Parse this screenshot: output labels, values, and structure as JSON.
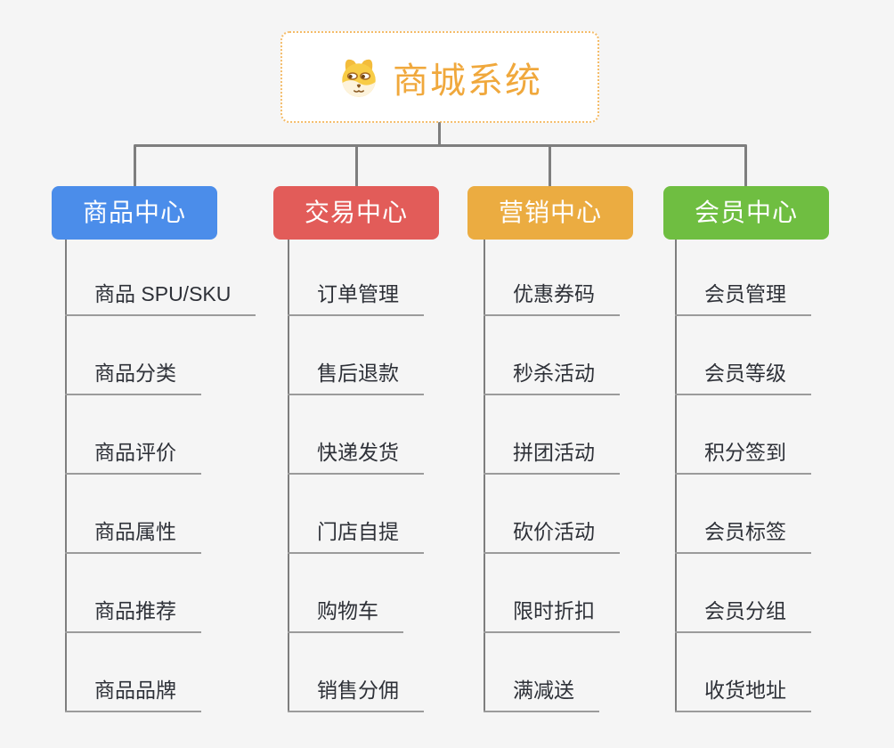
{
  "canvas": {
    "background_color": "#F5F5F5",
    "connector_color": "#7E7E7E"
  },
  "root": {
    "title": "商城系统",
    "icon": "dog-face-icon",
    "title_color": "#F0A83C",
    "border_color": "#F4BC69"
  },
  "leaf": {
    "line_color": "#9B9B9B",
    "text_color": "#2E3138"
  },
  "branches": [
    {
      "label": "商品中心",
      "color": "#4B8DEA",
      "items": [
        "商品 SPU/SKU",
        "商品分类",
        "商品评价",
        "商品属性",
        "商品推荐",
        "商品品牌"
      ]
    },
    {
      "label": "交易中心",
      "color": "#E25C59",
      "items": [
        "订单管理",
        "售后退款",
        "快递发货",
        "门店自提",
        "购物车",
        "销售分佣"
      ]
    },
    {
      "label": "营销中心",
      "color": "#EBAC41",
      "items": [
        "优惠券码",
        "秒杀活动",
        "拼团活动",
        "砍价活动",
        "限时折扣",
        "满减送"
      ]
    },
    {
      "label": "会员中心",
      "color": "#6FBE41",
      "items": [
        "会员管理",
        "会员等级",
        "积分签到",
        "会员标签",
        "会员分组",
        "收货地址"
      ]
    }
  ]
}
